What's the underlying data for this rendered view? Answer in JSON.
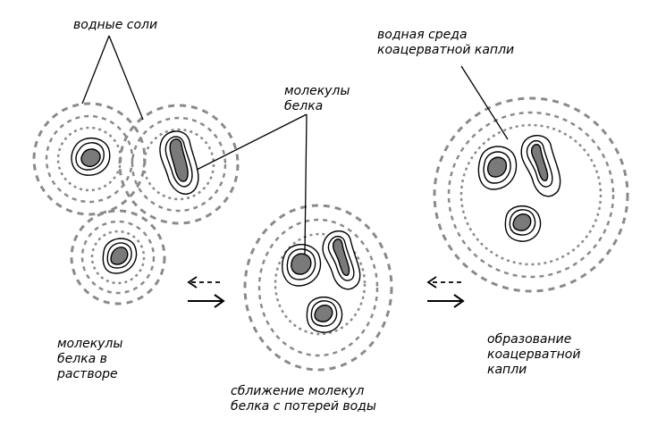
{
  "labels": {
    "water_salts": "водные соли",
    "protein_molecules": "молекулы\nбелка",
    "water_medium": "водная среда\nкоацерватной капли",
    "in_solution": "молекулы\nбелка в\nрастворе",
    "convergence": "сближение молекул\nбелка с потерей воды",
    "formation": "образование\nкоацерватной\nкапли"
  },
  "colors": {
    "ring": "#8a8a8a",
    "core": "#7a7a7a",
    "outline": "#000000"
  },
  "icons": {
    "arrow_forward": "solid-right-arrow",
    "arrow_back": "dashed-left-arrow"
  }
}
